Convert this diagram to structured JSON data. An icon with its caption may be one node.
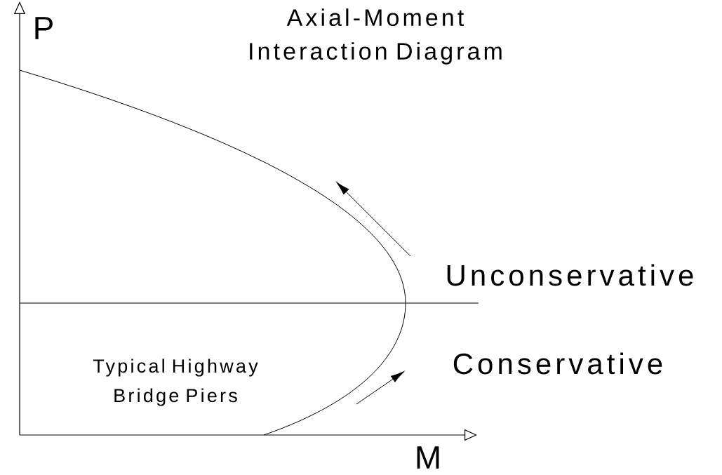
{
  "diagram": {
    "title": "Axial-Moment Interaction Diagram",
    "labels": [
      "P",
      "M",
      "Unconservative",
      "Conservative",
      "Typical Highway Bridge Piers"
    ]
  }
}
